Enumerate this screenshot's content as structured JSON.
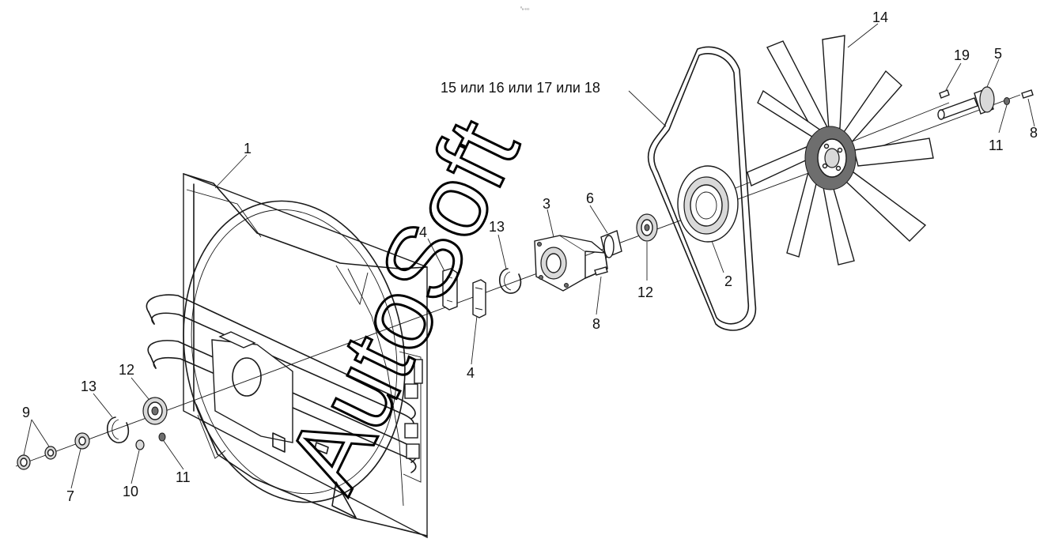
{
  "header_mark": "⁰ₐ ₀₀₀",
  "watermark": "AutoSoft",
  "callouts": {
    "c1": "1",
    "c2": "2",
    "c3": "3",
    "c4a": "4",
    "c4b": "4",
    "c5": "5",
    "c6": "6",
    "c7": "7",
    "c8a": "8",
    "c8b": "8",
    "c9": "9",
    "c10": "10",
    "c11a": "11",
    "c11b": "11",
    "c12a": "12",
    "c12b": "12",
    "c13a": "13",
    "c13b": "13",
    "c14": "14",
    "c15": "15 или 16 или 17 или 18",
    "c19": "19"
  }
}
